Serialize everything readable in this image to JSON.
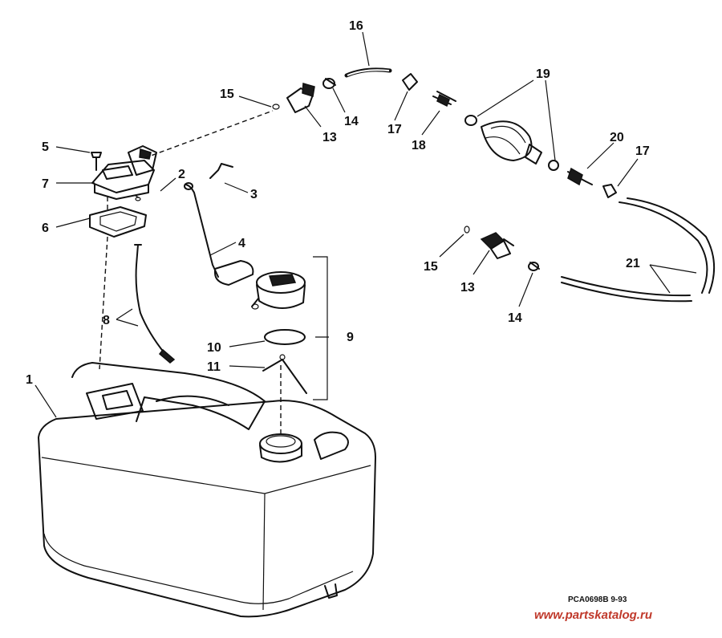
{
  "callouts": {
    "c1": "1",
    "c2": "2",
    "c3": "3",
    "c4": "4",
    "c5": "5",
    "c6": "6",
    "c7": "7",
    "c8": "8",
    "c9": "9",
    "c10": "10",
    "c11": "11",
    "c13a": "13",
    "c13b": "13",
    "c14a": "14",
    "c14b": "14",
    "c15a": "15",
    "c15b": "15",
    "c16": "16",
    "c17a": "17",
    "c17b": "17",
    "c18": "18",
    "c19": "19",
    "c20": "20",
    "c21": "21"
  },
  "footer": {
    "drawing_code": "PCA0698B  9-93",
    "watermark": "www.partskatalog.ru"
  },
  "colors": {
    "ink": "#111111",
    "watermark": "#c0392b",
    "background": "#ffffff"
  }
}
